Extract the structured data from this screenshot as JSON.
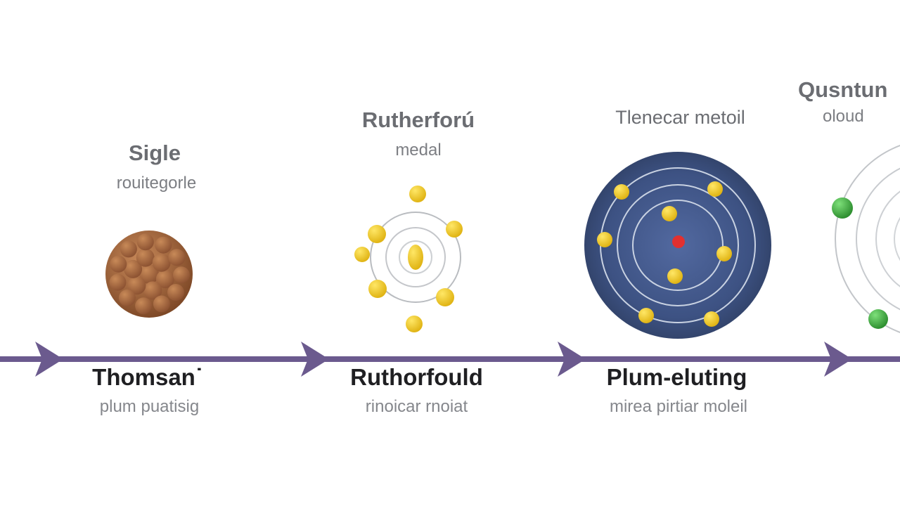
{
  "top_labels": [
    {
      "title": "Sigle",
      "subtitle": "rouitegorle"
    },
    {
      "title": "Rutherforú",
      "subtitle": "medal"
    },
    {
      "title": "Tlenecar metoil",
      "subtitle": ""
    },
    {
      "title": "Qusntun",
      "subtitle": "oloud"
    }
  ],
  "bottom_labels": [
    {
      "title": "Thomsan˙",
      "subtitle": "plum puatisig"
    },
    {
      "title": "Ruthorfould",
      "subtitle": "rinoicar rnoiat"
    },
    {
      "title": "Plum-eluting",
      "subtitle": "mirea pirtiar moleil"
    }
  ],
  "colors": {
    "timeline": "#6b5a8e",
    "thomson_blob": "#9b5e35",
    "electron_yellow": "#f2cf2a",
    "bohr_disc": "#3b4f74",
    "nucleus_red": "#e23030",
    "electron_green": "#3aa83a"
  }
}
